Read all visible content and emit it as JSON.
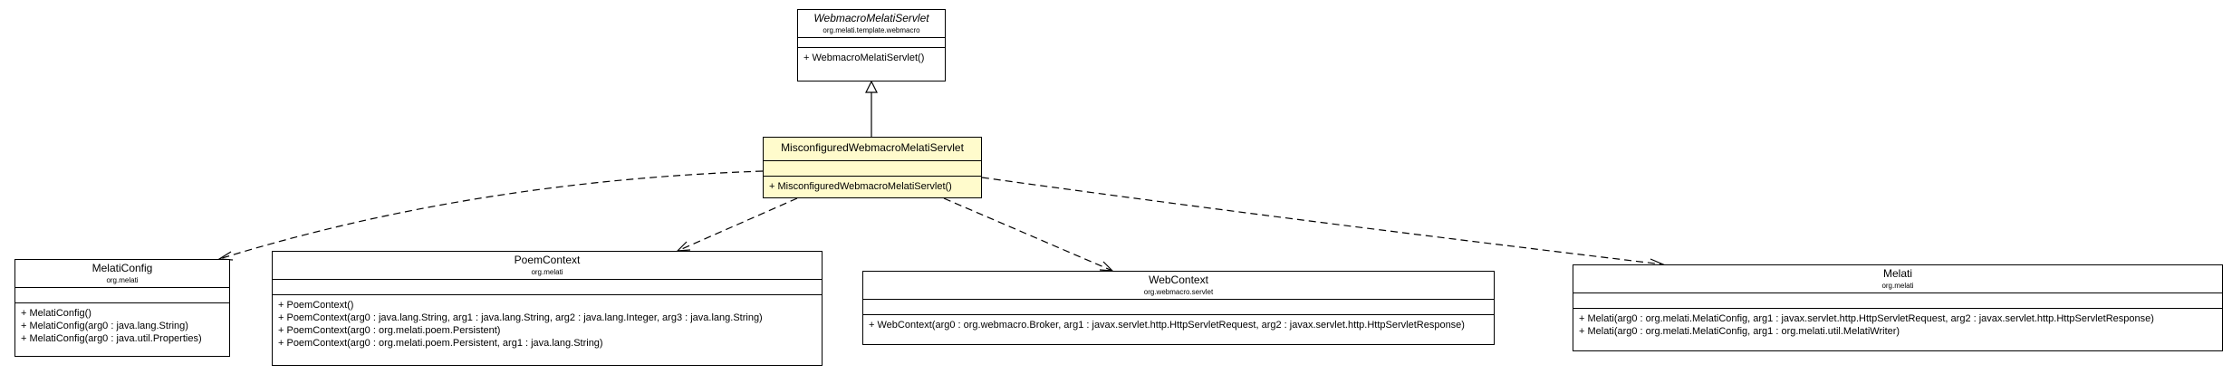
{
  "classes": {
    "webmacro_melati_servlet": {
      "name": "WebmacroMelatiServlet",
      "package": "org.melati.template.webmacro",
      "operations": [
        "+ WebmacroMelatiServlet()"
      ]
    },
    "misconfigured": {
      "name": "MisconfiguredWebmacroMelatiServlet",
      "package": "",
      "operations": [
        "+ MisconfiguredWebmacroMelatiServlet()"
      ]
    },
    "melati_config": {
      "name": "MelatiConfig",
      "package": "org.melati",
      "operations": [
        "+ MelatiConfig()",
        "+ MelatiConfig(arg0 : java.lang.String)",
        "+ MelatiConfig(arg0 : java.util.Properties)"
      ]
    },
    "poem_context": {
      "name": "PoemContext",
      "package": "org.melati",
      "operations": [
        "+ PoemContext()",
        "+ PoemContext(arg0 : java.lang.String, arg1 : java.lang.String, arg2 : java.lang.Integer, arg3 : java.lang.String)",
        "+ PoemContext(arg0 : org.melati.poem.Persistent)",
        "+ PoemContext(arg0 : org.melati.poem.Persistent, arg1 : java.lang.String)"
      ]
    },
    "web_context": {
      "name": "WebContext",
      "package": "org.webmacro.servlet",
      "operations": [
        "+ WebContext(arg0 : org.webmacro.Broker, arg1 : javax.servlet.http.HttpServletRequest, arg2 : javax.servlet.http.HttpServletResponse)"
      ]
    },
    "melati": {
      "name": "Melati",
      "package": "org.melati",
      "operations": [
        "+ Melati(arg0 : org.melati.MelatiConfig, arg1 : javax.servlet.http.HttpServletRequest, arg2 : javax.servlet.http.HttpServletResponse)",
        "+ Melati(arg0 : org.melati.MelatiConfig, arg1 : org.melati.util.MelatiWriter)"
      ]
    }
  },
  "colors": {
    "focus_fill": "#fffbcc",
    "line": "#000000"
  }
}
